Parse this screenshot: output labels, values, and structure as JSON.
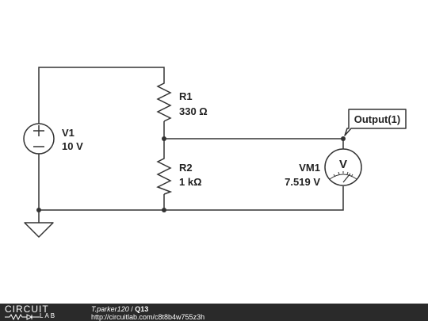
{
  "components": {
    "source": {
      "name": "V1",
      "value": "10 V"
    },
    "r1": {
      "name": "R1",
      "value": "330 Ω"
    },
    "r2": {
      "name": "R2",
      "value": "1 kΩ"
    },
    "meter": {
      "name": "VM1",
      "value": "7.519 V",
      "symbol": "V"
    },
    "probe": {
      "label": "Output(1)"
    }
  },
  "icons": {
    "ground": "ground-icon",
    "plus": "plus-sign",
    "minus": "minus-sign"
  },
  "colors": {
    "wire": "#333333",
    "footer_bg": "#2a2a2a",
    "meter_fill": "#ffffff"
  },
  "footer": {
    "logo_top": "CIRCUIT",
    "logo_bottom": "LAB",
    "author": "T.parker120",
    "separator": " / ",
    "title": "Q13",
    "url": "http://circuitlab.com/c8t8b4w755z3h"
  }
}
